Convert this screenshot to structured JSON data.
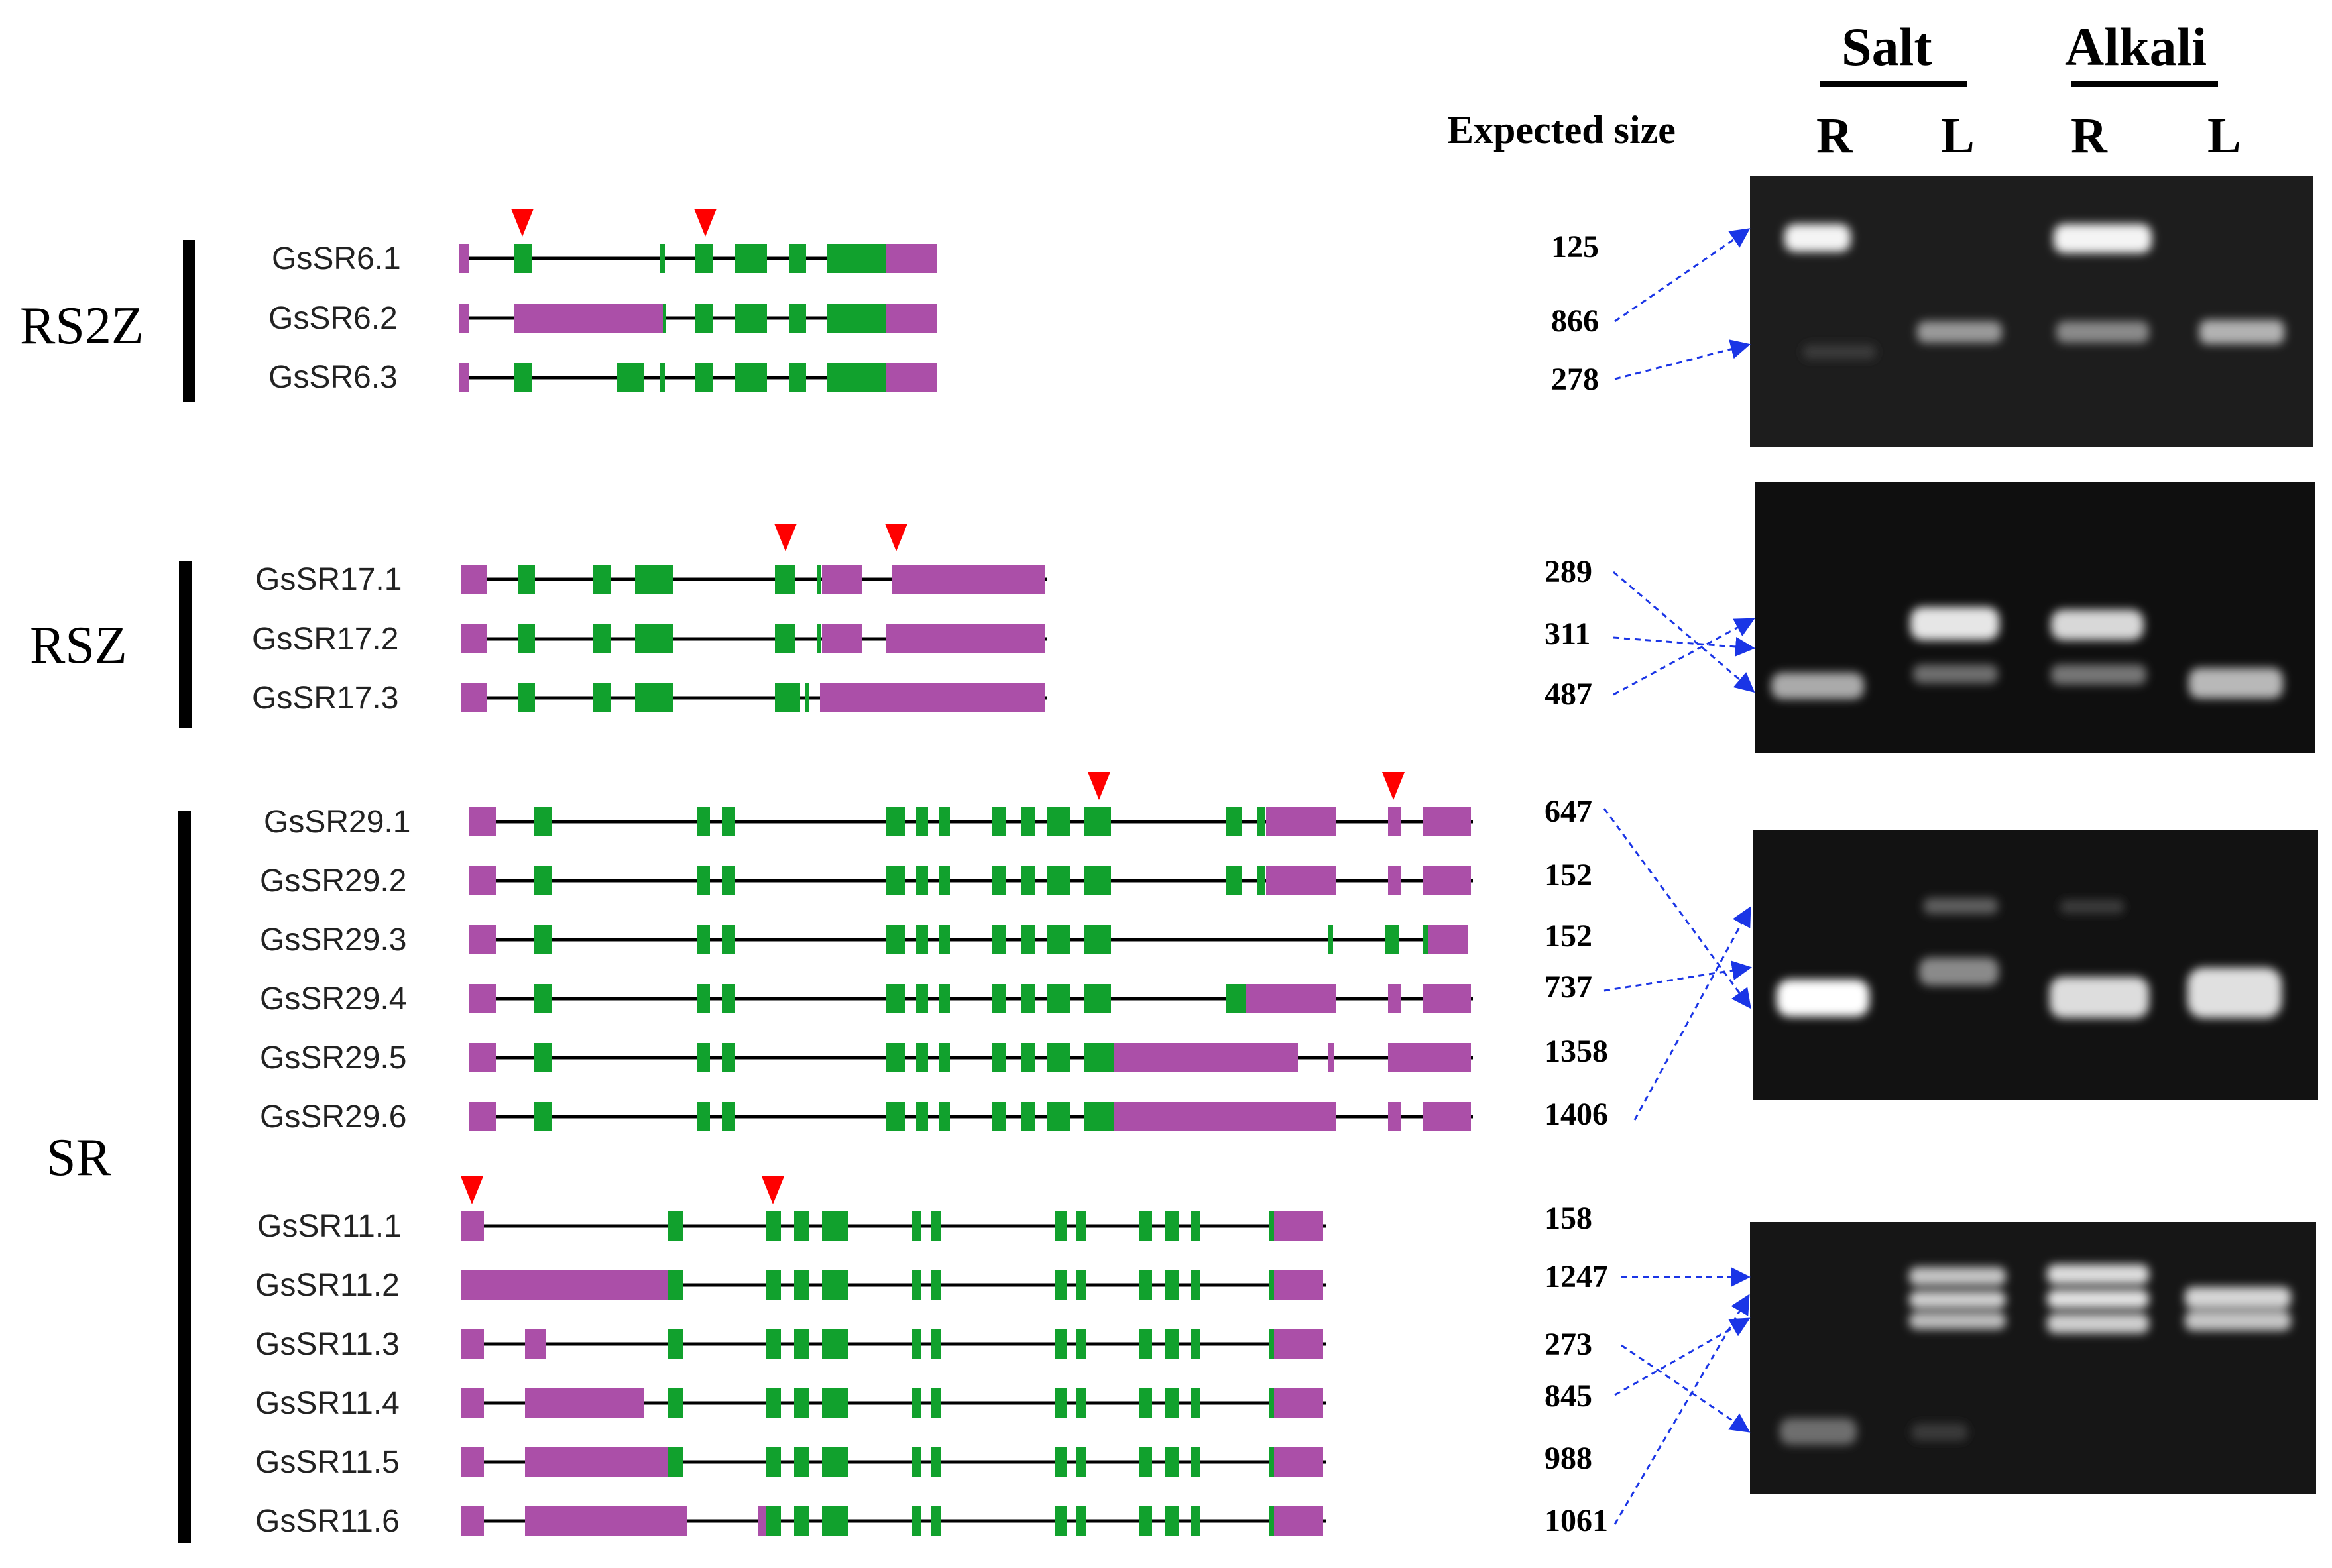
{
  "colors": {
    "exon_cds": "#11a12d",
    "exon_utr": "#ab4fa8",
    "intron": "#000000",
    "marker": "#ff0000",
    "arrow": "#1a35e6",
    "gel_bg": "#0d0d0d",
    "band": "#e8e8e8"
  },
  "header": {
    "expected_size": "Expected size",
    "salt": "Salt",
    "alkali": "Alkali",
    "lanes": [
      "R",
      "L",
      "R",
      "L"
    ]
  },
  "groups": [
    "RS2Z",
    "RSZ",
    "SR"
  ],
  "transcripts": [
    "GsSR6.1",
    "GsSR6.2",
    "GsSR6.3",
    "GsSR17.1",
    "GsSR17.2",
    "GsSR17.3",
    "GsSR29.1",
    "GsSR29.2",
    "GsSR29.3",
    "GsSR29.4",
    "GsSR29.5",
    "GsSR29.6",
    "GsSR11.1",
    "GsSR11.2",
    "GsSR11.3",
    "GsSR11.4",
    "GsSR11.5",
    "GsSR11.6"
  ],
  "expected_sizes": [
    [
      "125",
      "866",
      "278"
    ],
    [
      "289",
      "311",
      "487"
    ],
    [
      "647",
      "152",
      "152",
      "737",
      "1358",
      "1406"
    ],
    [
      "158",
      "1247",
      "273",
      "845",
      "988",
      "1061"
    ]
  ]
}
